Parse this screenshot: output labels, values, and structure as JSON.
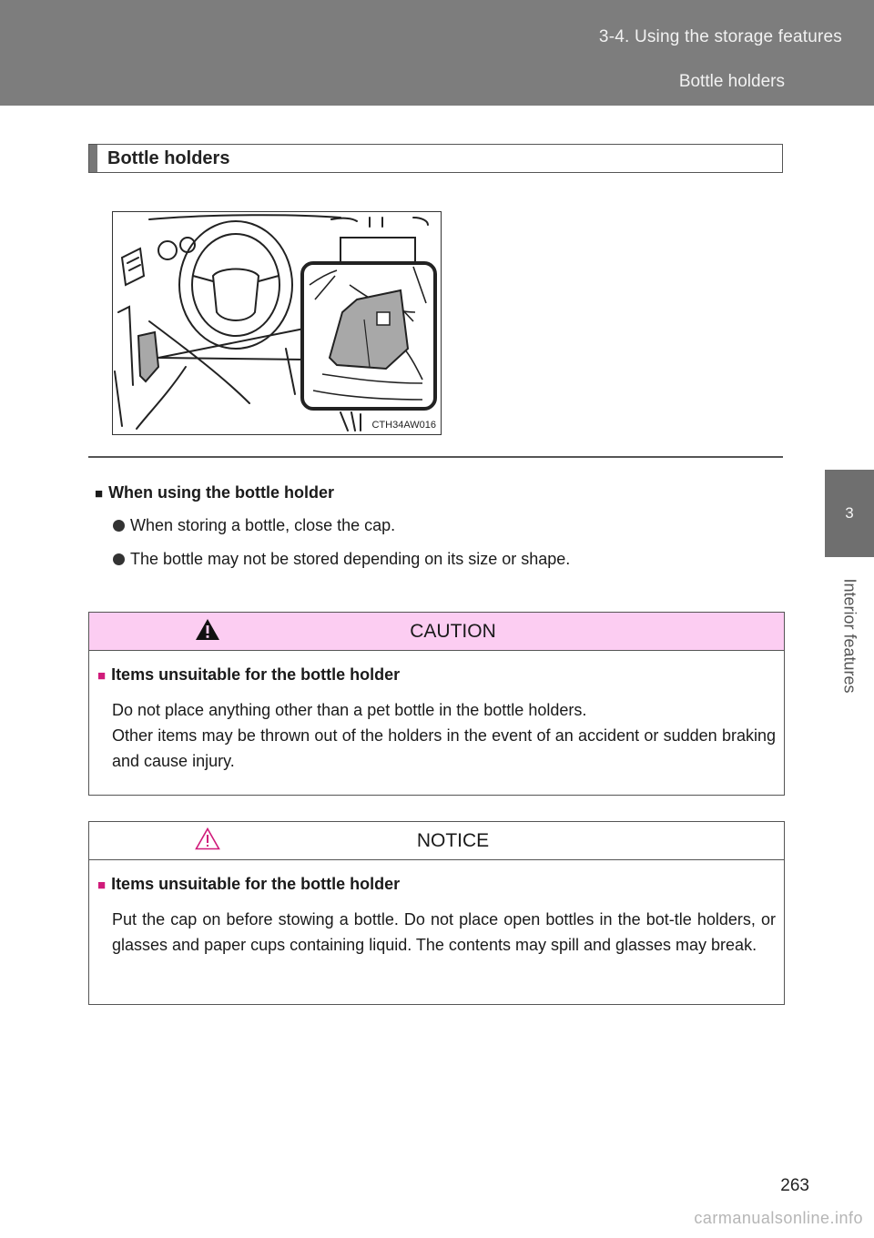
{
  "header": {
    "section": "3-4. Using the storage features",
    "page_topic": "Bottle holders"
  },
  "side_tab": {
    "number": "3",
    "label": "Interior features"
  },
  "section_heading": "Bottle holders",
  "figure": {
    "code": "CTH34AW016"
  },
  "note": {
    "heading": "When using the bottle holder",
    "bullets": [
      "When storing a bottle, close the cap.",
      "The bottle may not be stored depending on its size or shape."
    ]
  },
  "caution": {
    "title": "CAUTION",
    "subheading": "Items unsuitable for the bottle holder",
    "lines": [
      "Do not place anything other than a pet bottle in the bottle holders.",
      "Other items may be thrown out of the holders in the event of an accident or sudden braking and cause injury."
    ]
  },
  "notice": {
    "title": "NOTICE",
    "subheading": "Items unsuitable for the bottle holder",
    "text": "Put the cap on before stowing a bottle. Do not place open bottles in the bot-tle holders, or glasses and paper cups containing liquid. The contents may spill and glasses may break."
  },
  "footer": {
    "page_number": "263",
    "watermark": "carmanualsonline.info"
  },
  "colors": {
    "header_band": "#7d7d7d",
    "caution_fill": "#fccdf2",
    "accent": "#d01b7a"
  }
}
